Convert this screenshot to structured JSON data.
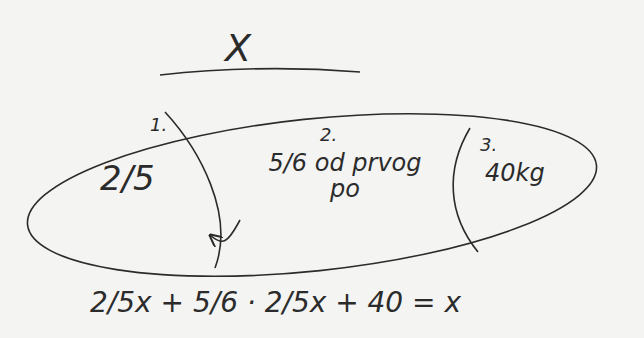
{
  "diagram": {
    "nodes": [
      {
        "text": [
          "X"
        ]
      },
      {
        "text": [
          "1.",
          "2/5"
        ],
        "in": 0
      },
      {
        "text": [
          "2.",
          "5/6 od prvog po"
        ],
        "in": 0
      },
      {
        "text": [
          "3.",
          "40kg"
        ],
        "in": 0
      }
    ],
    "edges": [
      {
        "from": 2,
        "to": 1,
        "arrow": "to"
      }
    ],
    "labels": [
      "2/5x + 5/6 · 2/5x + 40 = x"
    ]
  }
}
